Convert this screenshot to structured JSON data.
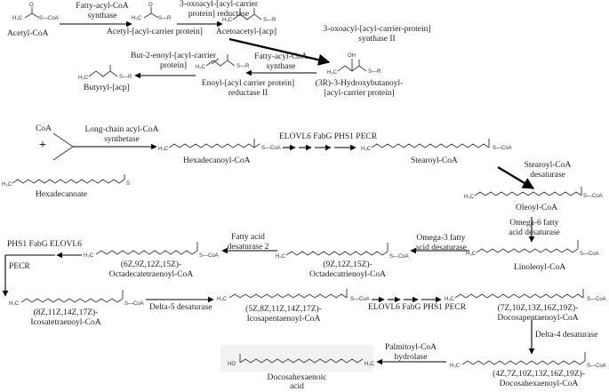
{
  "compounds": {
    "acetyl_coa": "Acetyl-CoA",
    "acetyl_acp": "Acetyl-[acyl-carrier protein]",
    "acetoacetyl_acp": "Acetoacetyl-[acp]",
    "hydroxybutanoyl_1": "(3R)-3-Hydroxybutanoyl-",
    "hydroxybutanoyl_2": "[acyl-carrier protein]",
    "enoyl_acp_1": "Enoyl-[acyl carrier protein]",
    "enoyl_acp_2": "reductase II",
    "butyryl_acp": "Butyryl-[acp]",
    "coa": "CoA",
    "plus": "+",
    "hexadecanoate": "Hexadecanoate",
    "hexadecanoyl_coa": "Hexadecanoyl-CoA",
    "stearoyl_coa": "Stearoyl-CoA",
    "oleoyl_coa": "Oleoyl-CoA",
    "linoleoyl_coa": "Linoleoyl-CoA",
    "octadecatrienoyl_1": "(9Z,12Z,15Z)-",
    "octadecatrienoyl_2": "Octadecatrienoyl-CoA",
    "octadecatetraenoyl_1": "(6Z,9Z,12Z,15Z)-",
    "octadecatetraenoyl_2": "Octadecatetraenoyl-CoA",
    "icosatetraenoyl_1": "(8Z,11Z,14Z,17Z)-",
    "icosatetraenoyl_2": "Icosatetraenoyl-CoA",
    "icosapentaenoyl_1": "(5Z,8Z,11Z,14Z,17Z)-",
    "icosapentaenoyl_2": "Icosapentaenoyl-CoA",
    "docosapentaenoyl_1": "(7Z,10Z,13Z,16Z,19Z)-",
    "docosapentaenoyl_2": "Docosapentaenoyl-CoA",
    "docosahexaenoyl_1": "(4Z,7Z,10Z,13Z,16Z,19Z)-",
    "docosahexaenoyl_2": "Docosahexaenoyl-CoA",
    "dha_1": "Docosahexaenoic",
    "dha_2": "acid"
  },
  "enzymes": {
    "fas_1": "Fatty-acyl-CoA",
    "fas_2": "synthase",
    "oxoacyl_reductase_1": "3-oxoacyl-[acyl-carrier",
    "oxoacyl_reductase_2": "protein] reductase",
    "oxoacyl_synthase_1": "3-oxoacyl-[acyl-carrier-protein]",
    "oxoacyl_synthase_2": "synthase II",
    "fas2_1": "Fatty-acyl-CoA",
    "fas2_2": "synthase",
    "butenoyl_1": "But-2-enoyl-[acyl-carrier",
    "butenoyl_2": "protein]",
    "lcacs_1": "Long-chain acyl-CoA",
    "lcacs_2": "synthetase",
    "elongation_1": "ELOVL6  FabG  PHS1   PECR",
    "scd_1": "Stearoyl-CoA",
    "scd_2": "desaturase",
    "omega6_1": "Omega-6 fatty",
    "omega6_2": "acid desaturase",
    "omega3_1": "Omega-3 fatty",
    "omega3_2": "acid desaturase",
    "fad2_1": "Fatty acid",
    "fad2_2": "desaturase 2",
    "elongation_left_1": "PHS1  FabG  ELOVL6",
    "elongation_left_2": "PECR",
    "delta5": "Delta-5 desaturase",
    "elongation_2": "ELOVL6  FabG  PHS1    PECR",
    "delta4": "Delta-4 desaturase",
    "palmitoyl_1": "Palmitoyl-CoA",
    "palmitoyl_2": "hydrolase"
  },
  "structure_labels": {
    "h3c": "H₃C",
    "s_coa": "S—CoA",
    "s_r": "S—R",
    "oh": "OH",
    "ho": "HO",
    "s": "S",
    "o": "O"
  },
  "colors": {
    "ink": "#222222",
    "arrow": "#000000",
    "dha_box": "#f2f2f2"
  }
}
